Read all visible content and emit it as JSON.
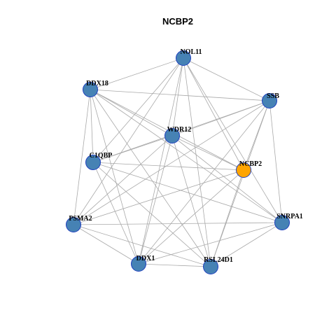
{
  "title": "NCBP2",
  "colors": {
    "default_node": "#4682b4",
    "highlight_node": "#ffa500",
    "node_border": "#1f3fbf",
    "edge": "#a9a9a9"
  },
  "nodes": [
    {
      "id": "NOL11",
      "label": "NOL11",
      "highlight": false
    },
    {
      "id": "DDX18",
      "label": "DDX18",
      "highlight": false
    },
    {
      "id": "SSB",
      "label": "SSB",
      "highlight": false
    },
    {
      "id": "WDR12",
      "label": "WDR12",
      "highlight": false
    },
    {
      "id": "C1QBP",
      "label": "C1QBP",
      "highlight": false
    },
    {
      "id": "NCBP2",
      "label": "NCBP2",
      "highlight": true
    },
    {
      "id": "PSMA2",
      "label": "PSMA2",
      "highlight": false
    },
    {
      "id": "SNRPA1",
      "label": "SNRPA1",
      "highlight": false
    },
    {
      "id": "DDX1",
      "label": "DDX1",
      "highlight": false
    },
    {
      "id": "RSL24D1",
      "label": "RSL24D1",
      "highlight": false
    }
  ],
  "edges": [
    [
      "NOL11",
      "DDX18"
    ],
    [
      "NOL11",
      "SSB"
    ],
    [
      "NOL11",
      "WDR12"
    ],
    [
      "NOL11",
      "C1QBP"
    ],
    [
      "NOL11",
      "NCBP2"
    ],
    [
      "NOL11",
      "PSMA2"
    ],
    [
      "NOL11",
      "SNRPA1"
    ],
    [
      "NOL11",
      "DDX1"
    ],
    [
      "NOL11",
      "RSL24D1"
    ],
    [
      "DDX18",
      "SSB"
    ],
    [
      "DDX18",
      "WDR12"
    ],
    [
      "DDX18",
      "C1QBP"
    ],
    [
      "DDX18",
      "NCBP2"
    ],
    [
      "DDX18",
      "PSMA2"
    ],
    [
      "DDX18",
      "SNRPA1"
    ],
    [
      "DDX18",
      "DDX1"
    ],
    [
      "DDX18",
      "RSL24D1"
    ],
    [
      "SSB",
      "WDR12"
    ],
    [
      "SSB",
      "C1QBP"
    ],
    [
      "SSB",
      "NCBP2"
    ],
    [
      "SSB",
      "PSMA2"
    ],
    [
      "SSB",
      "SNRPA1"
    ],
    [
      "SSB",
      "DDX1"
    ],
    [
      "SSB",
      "RSL24D1"
    ],
    [
      "WDR12",
      "C1QBP"
    ],
    [
      "WDR12",
      "NCBP2"
    ],
    [
      "WDR12",
      "PSMA2"
    ],
    [
      "WDR12",
      "SNRPA1"
    ],
    [
      "WDR12",
      "DDX1"
    ],
    [
      "WDR12",
      "RSL24D1"
    ],
    [
      "C1QBP",
      "NCBP2"
    ],
    [
      "C1QBP",
      "SNRPA1"
    ],
    [
      "C1QBP",
      "DDX1"
    ],
    [
      "C1QBP",
      "RSL24D1"
    ],
    [
      "NCBP2",
      "PSMA2"
    ],
    [
      "NCBP2",
      "DDX1"
    ],
    [
      "NCBP2",
      "RSL24D1"
    ],
    [
      "PSMA2",
      "SNRPA1"
    ],
    [
      "PSMA2",
      "DDX1"
    ],
    [
      "PSMA2",
      "RSL24D1"
    ],
    [
      "SNRPA1",
      "DDX1"
    ],
    [
      "SNRPA1",
      "RSL24D1"
    ],
    [
      "DDX1",
      "RSL24D1"
    ]
  ]
}
